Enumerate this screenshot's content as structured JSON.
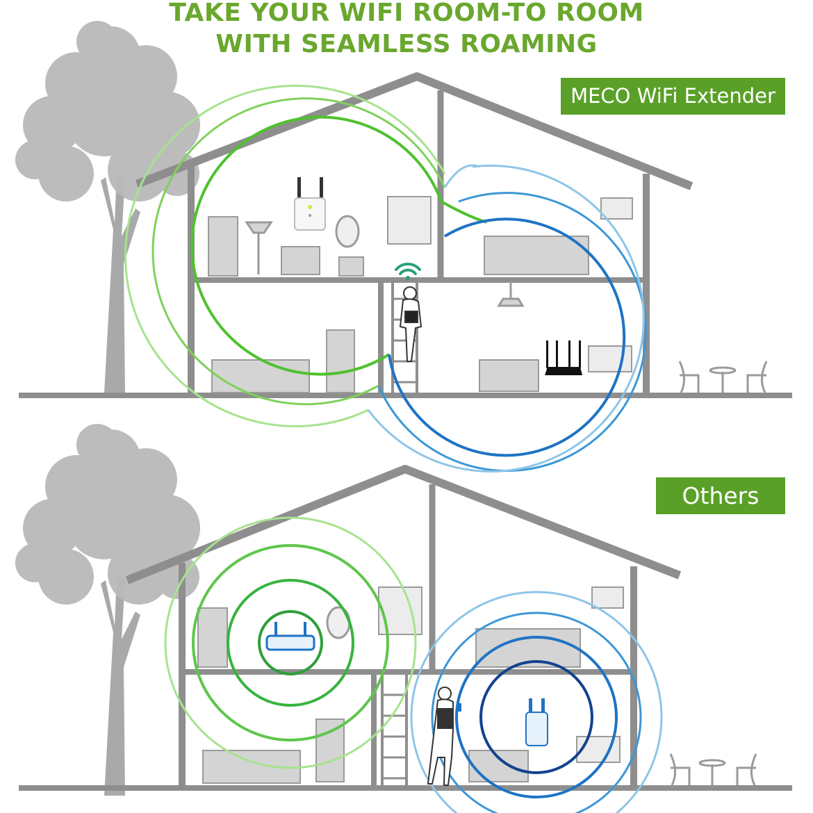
{
  "headline": {
    "line1": "TAKE YOUR WIFI ROOM-TO ROOM",
    "line2": "WITH SEAMLESS ROAMING"
  },
  "labels": {
    "meco": "MECO WiFi Extender",
    "others": "Others"
  },
  "colors": {
    "headline": "#6aa72e",
    "label_bg": "#5aa028",
    "house": "#8e8e8e",
    "tree": "#a9a9a9",
    "signal_green": "#4fc12e",
    "signal_light_green": "#a6e38d",
    "signal_blue": "#1f73c4",
    "signal_light_blue": "#8dc5e8"
  },
  "icons": [
    "tree-icon",
    "house-icon",
    "wifi-extender-icon",
    "router-icon",
    "person-icon",
    "wifi-signal-icon"
  ]
}
